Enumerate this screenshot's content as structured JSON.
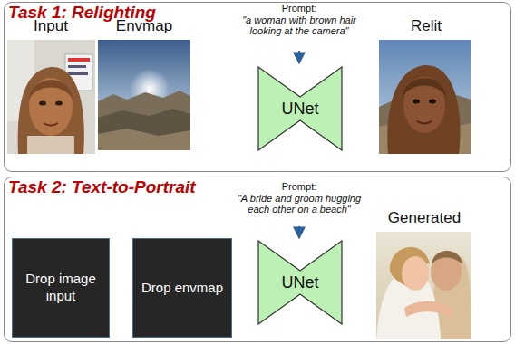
{
  "diagram": {
    "nodes": [
      {
        "text": [
          "Task 1: Relighting"
        ]
      },
      {
        "text": [
          "UNet"
        ],
        "in": 0
      },
      {
        "text": [
          "Task 2: Text-to-Portrait"
        ]
      },
      {
        "text": [
          "Drop image input"
        ],
        "in": 2
      },
      {
        "text": [
          "Drop envmap"
        ],
        "in": 2
      },
      {
        "text": [
          "UNet"
        ],
        "in": 2
      }
    ],
    "labels": [
      "Input",
      "Envmap",
      "Prompt:",
      "\"a woman with brown hair looking at the camera\"",
      "Relit",
      "Prompt:",
      "\"A bride and groom hugging each other on a beach\"",
      "Generated"
    ]
  }
}
